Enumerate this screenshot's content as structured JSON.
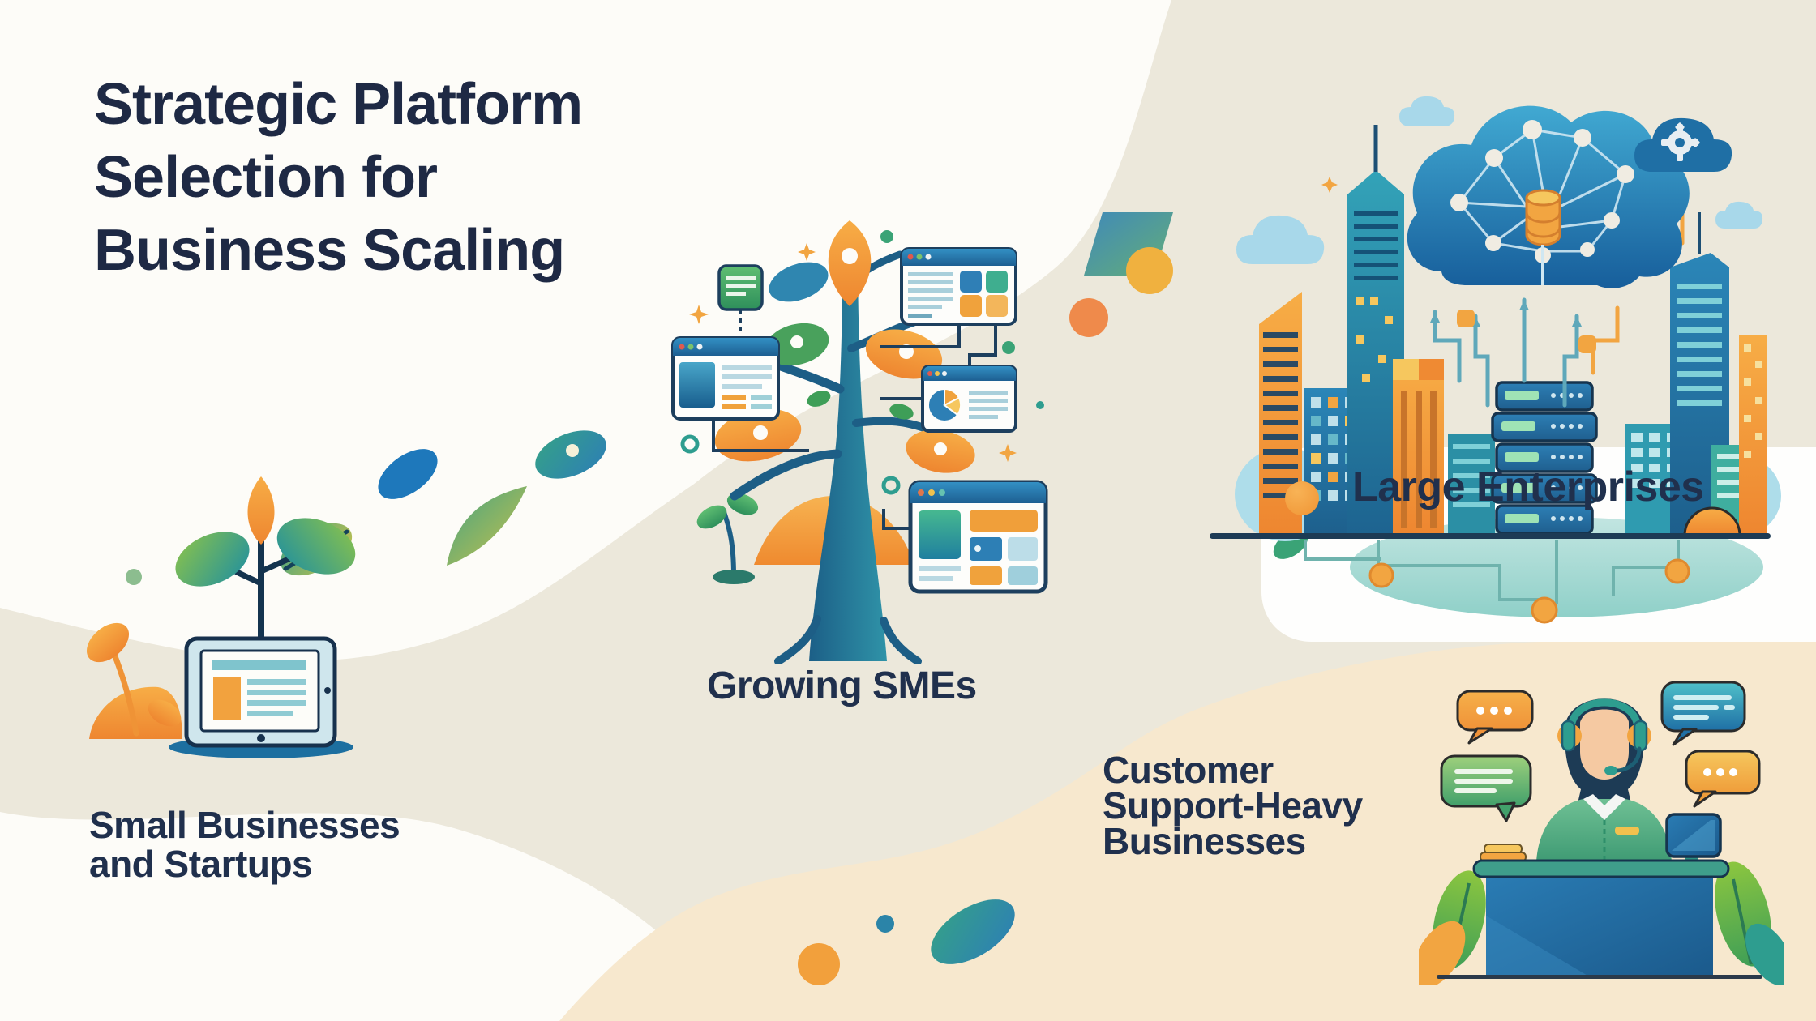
{
  "title": "Strategic Platform\nSelection for\nBusiness Scaling",
  "sections": [
    {
      "id": "small-businesses",
      "label": "Small Businesses\nand Startups"
    },
    {
      "id": "growing-smes",
      "label": "Growing SMEs"
    },
    {
      "id": "large-enterprises",
      "label": "Large Enterprises"
    },
    {
      "id": "customer-support",
      "label": "Customer\nSupport-Heavy\nBusinesses"
    }
  ],
  "icons": [
    "tablet-with-sprout-icon",
    "growth-tree-with-browser-windows-icon",
    "city-skyline-cloud-network-icon",
    "support-agent-with-speech-bubbles-icon",
    "leaf-icon",
    "sparkle-icon",
    "speech-bubble-icon",
    "server-rack-icon",
    "cloud-database-icon",
    "gear-cloud-icon"
  ],
  "colors": {
    "text_navy": "#1e2944",
    "background_white": "#fdfcf8",
    "background_beige": "#ece8db",
    "background_cream": "#f7e8ce",
    "accent_orange": "#f2a541",
    "accent_deep_orange": "#ef8a33",
    "accent_teal": "#2e9d8f",
    "accent_green": "#4aa66b",
    "accent_blue": "#2d7fb5",
    "accent_dark_blue": "#1d5f8c",
    "outline_navy": "#1d3b55"
  }
}
